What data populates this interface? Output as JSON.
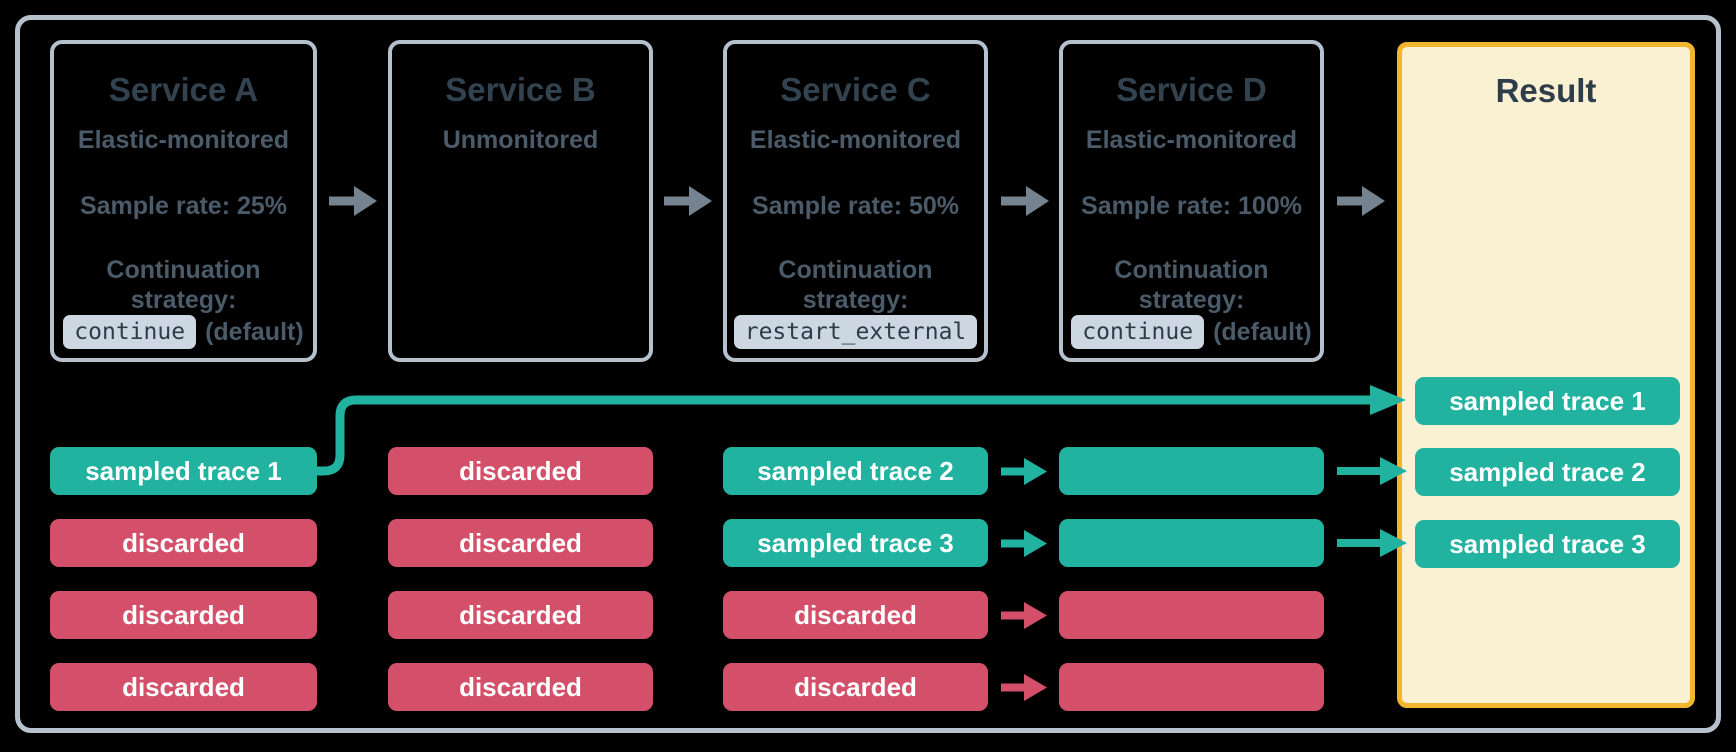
{
  "services": [
    {
      "title": "Service A",
      "subtitle": "Elastic-monitored",
      "sample_rate": "Sample rate: 25%",
      "continuation_line1": "Continuation",
      "continuation_line2": "strategy:",
      "chip": "continue",
      "chip_note": "(default)"
    },
    {
      "title": "Service B",
      "subtitle": "Unmonitored"
    },
    {
      "title": "Service C",
      "subtitle": "Elastic-monitored",
      "sample_rate": "Sample rate: 50%",
      "continuation_line1": "Continuation",
      "continuation_line2": "strategy:",
      "chip": "restart_external"
    },
    {
      "title": "Service D",
      "subtitle": "Elastic-monitored",
      "sample_rate": "Sample rate: 100%",
      "continuation_line1": "Continuation",
      "continuation_line2": "strategy:",
      "chip": "continue",
      "chip_note": "(default)"
    }
  ],
  "result": {
    "title": "Result",
    "traces": [
      "sampled trace 1",
      "sampled trace 2",
      "sampled trace 3"
    ]
  },
  "trace_grid": {
    "a": [
      {
        "label": "sampled trace 1",
        "type": "sampled"
      },
      {
        "label": "discarded",
        "type": "discarded"
      },
      {
        "label": "discarded",
        "type": "discarded"
      },
      {
        "label": "discarded",
        "type": "discarded"
      }
    ],
    "b": [
      {
        "label": "discarded",
        "type": "discarded"
      },
      {
        "label": "discarded",
        "type": "discarded"
      },
      {
        "label": "discarded",
        "type": "discarded"
      },
      {
        "label": "discarded",
        "type": "discarded"
      }
    ],
    "c": [
      {
        "label": "sampled trace 2",
        "type": "sampled"
      },
      {
        "label": "sampled trace 3",
        "type": "sampled"
      },
      {
        "label": "discarded",
        "type": "discarded"
      },
      {
        "label": "discarded",
        "type": "discarded"
      }
    ],
    "d": [
      {
        "label": "",
        "type": "sampled"
      },
      {
        "label": "",
        "type": "sampled"
      },
      {
        "label": "",
        "type": "discarded"
      },
      {
        "label": "",
        "type": "discarded"
      }
    ]
  },
  "colors": {
    "teal": "#21b2a0",
    "red": "#d44f69",
    "result_border": "#f1b62d",
    "result_fill": "#faf0d2",
    "frame_border": "#b5c1cc",
    "title_text": "#33424f",
    "secondary_text": "#4b5b69",
    "chip_bg": "#ccd7e1",
    "arrow_gray": "#75828f"
  }
}
